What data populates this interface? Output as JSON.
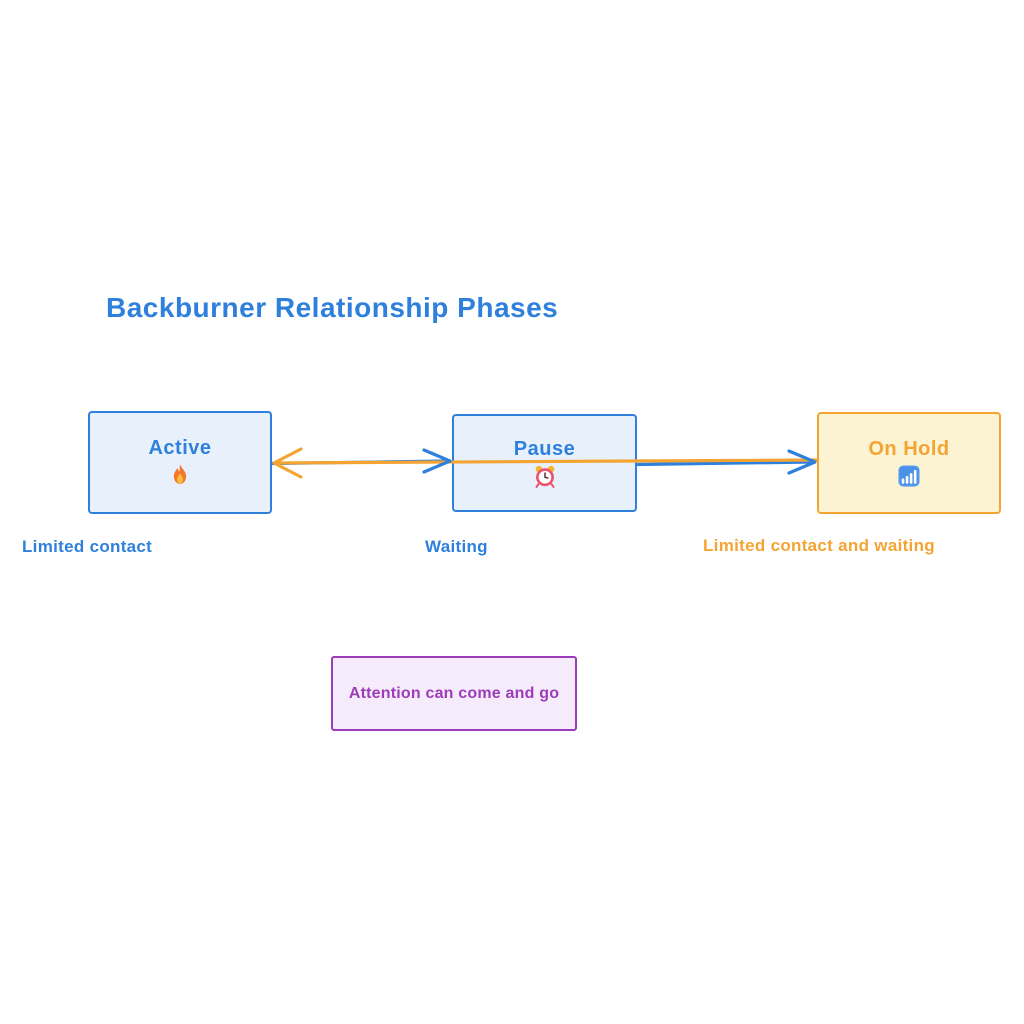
{
  "title": "Backburner Relationship Phases",
  "diagram": {
    "nodes": [
      {
        "label": "Active",
        "icon": "fire-emoji",
        "caption": "Limited contact",
        "theme": "blue"
      },
      {
        "label": "Pause",
        "icon": "alarm-clock-emoji",
        "caption": "Waiting",
        "theme": "blue"
      },
      {
        "label": "On Hold",
        "icon": "antenna-bars-emoji",
        "caption": "Limited contact and waiting",
        "theme": "orange"
      }
    ],
    "edges": [
      {
        "from": "Active",
        "to": "Pause",
        "color": "blue",
        "arrowhead_at": "Pause"
      },
      {
        "from": "On Hold",
        "to": "Active",
        "color": "orange",
        "arrowhead_at": "Active"
      },
      {
        "from": "Pause",
        "to": "On Hold",
        "color": "blue",
        "arrowhead_at": "On Hold"
      }
    ],
    "note": "Attention can come and go"
  },
  "colors": {
    "blue": "#2f80dc",
    "blue-fill": "#e8f1fb",
    "orange": "#f4a433",
    "orange-fill": "#fcf3d2",
    "purple": "#9b3db8",
    "purple-fill": "#f6ebfa",
    "canvas": "#ffffff"
  }
}
